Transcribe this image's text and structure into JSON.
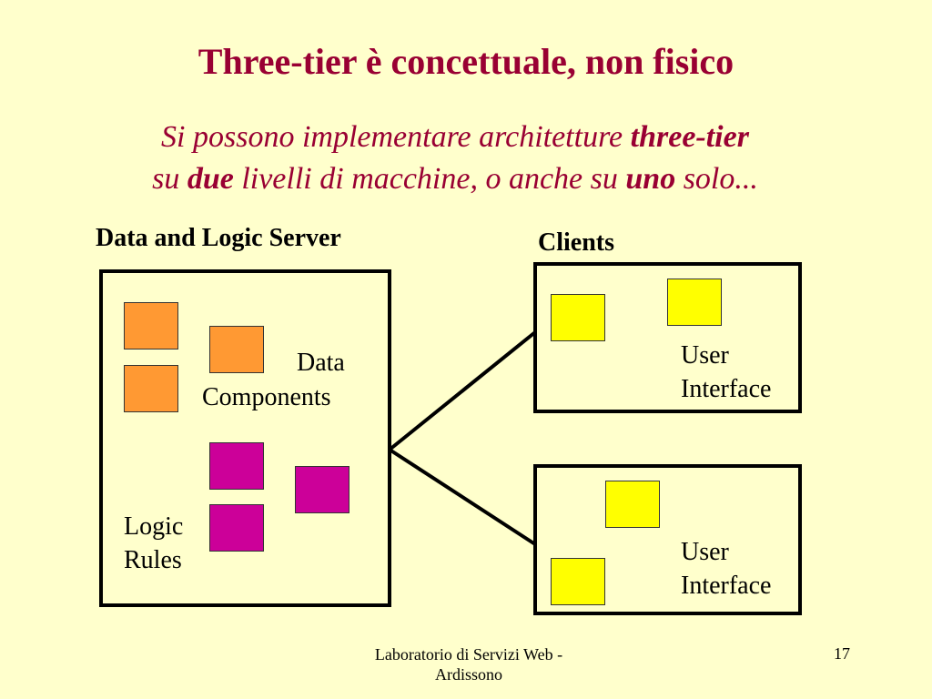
{
  "slide": {
    "title": "Three-tier è concettuale, non fisico",
    "subtitle": {
      "line1_text": "Si possono implementare architetture ",
      "line1_bold": "three-tier",
      "line2_a": "su ",
      "line2_b_bold": "due",
      "line2_c": " livelli di macchine, o anche su ",
      "line2_d_bold": "uno",
      "line2_e": " solo..."
    }
  },
  "diagram": {
    "server_heading": "Data and Logic Server",
    "clients_heading": "Clients",
    "data_label_1": "Data",
    "data_label_2": "Components",
    "logic_label_1": "Logic",
    "logic_label_2": "Rules",
    "client1_label_1": "User",
    "client1_label_2": "Interface",
    "client2_label_1": "User",
    "client2_label_2": "Interface",
    "colors": {
      "data_component": "#ff9933",
      "logic_rule": "#cc0099",
      "user_interface": "#ffff00",
      "title": "#990033",
      "background": "#ffffcc"
    }
  },
  "footer": {
    "text_line1": "Laboratorio di Servizi Web -",
    "text_line2": "Ardissono",
    "page_number": "17"
  }
}
